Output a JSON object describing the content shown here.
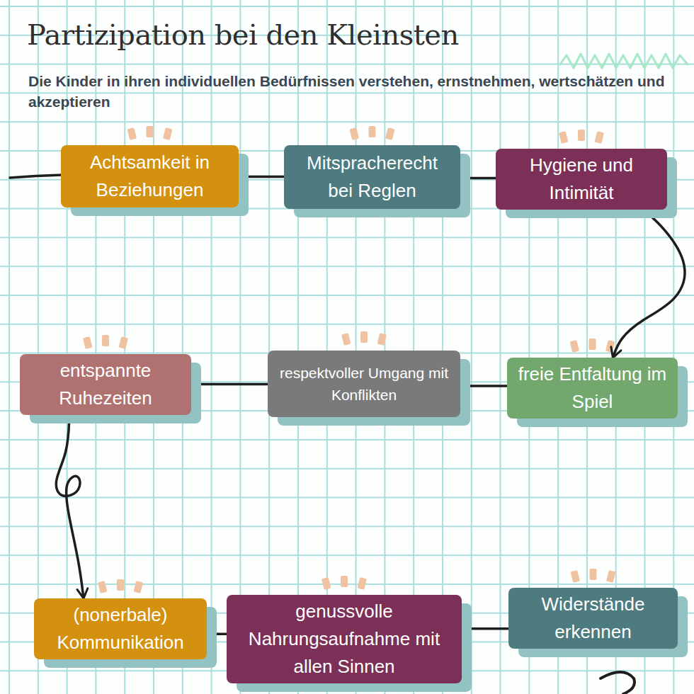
{
  "diagram": {
    "title": "Partizipation bei den Kleinsten",
    "nodes": [
      {
        "text": [
          "Achtsamkeit in Beziehungen"
        ]
      },
      {
        "text": [
          "Mitspracherecht bei Reglen"
        ]
      },
      {
        "text": [
          "Hygiene und Intimität"
        ]
      },
      {
        "text": [
          "freie Entfaltung im Spiel"
        ]
      },
      {
        "text": [
          "respektvoller Umgang mit Konflikten"
        ]
      },
      {
        "text": [
          "entspannte Ruhezeiten"
        ]
      },
      {
        "text": [
          "(nonerbale) Kommunikation"
        ]
      },
      {
        "text": [
          "genussvolle Nahrungsaufnahme mit allen Sinnen"
        ]
      },
      {
        "text": [
          "Widerstände erkennen"
        ]
      }
    ],
    "edges": [
      {
        "from": 0,
        "to": 1,
        "arrow": "none"
      },
      {
        "from": 1,
        "to": 2,
        "arrow": "none"
      },
      {
        "from": 2,
        "to": 3,
        "arrow": "to"
      },
      {
        "from": 3,
        "to": 4,
        "arrow": "none"
      },
      {
        "from": 4,
        "to": 5,
        "arrow": "none"
      },
      {
        "from": 5,
        "to": 6,
        "arrow": "to"
      },
      {
        "from": 6,
        "to": 7,
        "arrow": "none"
      },
      {
        "from": 7,
        "to": 8,
        "arrow": "none"
      }
    ],
    "labels": [
      "Die Kinder in ihren individuellen Bedürfnissen verstehen, ernstnehmen, wertschätzen und akzeptieren"
    ]
  }
}
